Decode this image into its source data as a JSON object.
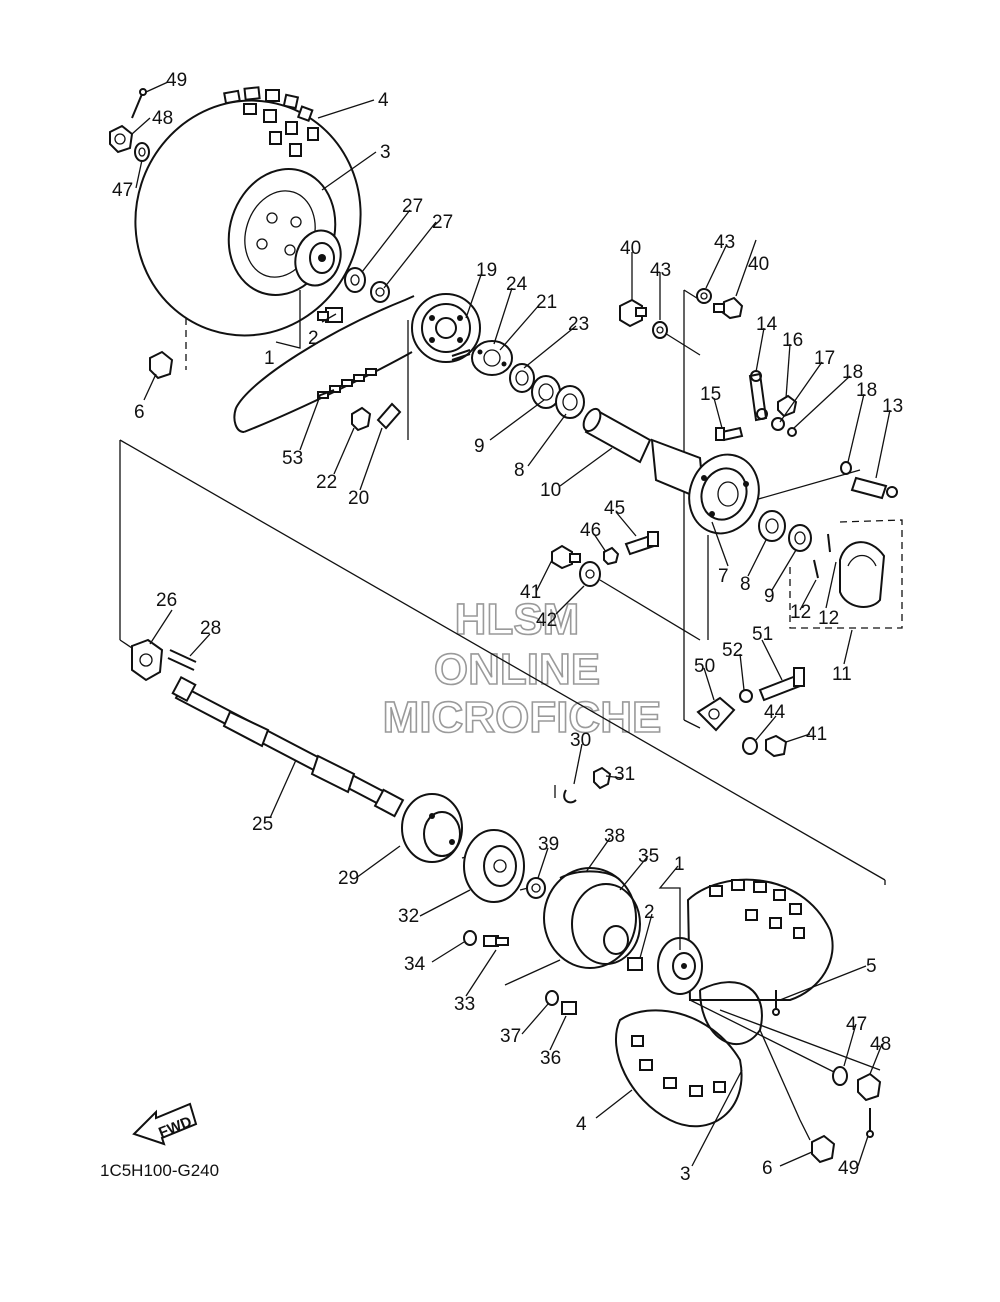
{
  "diagram": {
    "part_code": "1C5H100-G240",
    "fwd_label": "FWD",
    "watermark": [
      "HLSM",
      "ONLINE",
      "MICROFICHE"
    ],
    "callouts": [
      {
        "id": "c49a",
        "text": "49"
      },
      {
        "id": "c4a",
        "text": "4"
      },
      {
        "id": "c48a",
        "text": "48"
      },
      {
        "id": "c3a",
        "text": "3"
      },
      {
        "id": "c47a",
        "text": "47"
      },
      {
        "id": "c27a",
        "text": "27"
      },
      {
        "id": "c27b",
        "text": "27"
      },
      {
        "id": "c40a",
        "text": "40"
      },
      {
        "id": "c43a",
        "text": "43"
      },
      {
        "id": "c43b",
        "text": "43"
      },
      {
        "id": "c40b",
        "text": "40"
      },
      {
        "id": "c19",
        "text": "19"
      },
      {
        "id": "c24",
        "text": "24"
      },
      {
        "id": "c21",
        "text": "21"
      },
      {
        "id": "c2a",
        "text": "2"
      },
      {
        "id": "c1a",
        "text": "1"
      },
      {
        "id": "c23",
        "text": "23"
      },
      {
        "id": "c14",
        "text": "14"
      },
      {
        "id": "c16",
        "text": "16"
      },
      {
        "id": "c17",
        "text": "17"
      },
      {
        "id": "c18a",
        "text": "18"
      },
      {
        "id": "c18b",
        "text": "18"
      },
      {
        "id": "c15",
        "text": "15"
      },
      {
        "id": "c13",
        "text": "13"
      },
      {
        "id": "c6a",
        "text": "6"
      },
      {
        "id": "c9a",
        "text": "9"
      },
      {
        "id": "c8a",
        "text": "8"
      },
      {
        "id": "c10",
        "text": "10"
      },
      {
        "id": "c53",
        "text": "53"
      },
      {
        "id": "c22",
        "text": "22"
      },
      {
        "id": "c20",
        "text": "20"
      },
      {
        "id": "c45",
        "text": "45"
      },
      {
        "id": "c46",
        "text": "46"
      },
      {
        "id": "c41a",
        "text": "41"
      },
      {
        "id": "c7",
        "text": "7"
      },
      {
        "id": "c8b",
        "text": "8"
      },
      {
        "id": "c9b",
        "text": "9"
      },
      {
        "id": "c12a",
        "text": "12"
      },
      {
        "id": "c12b",
        "text": "12"
      },
      {
        "id": "c42",
        "text": "42"
      },
      {
        "id": "c26",
        "text": "26"
      },
      {
        "id": "c28",
        "text": "28"
      },
      {
        "id": "c11",
        "text": "11"
      },
      {
        "id": "c51",
        "text": "51"
      },
      {
        "id": "c52",
        "text": "52"
      },
      {
        "id": "c50",
        "text": "50"
      },
      {
        "id": "c44",
        "text": "44"
      },
      {
        "id": "c41b",
        "text": "41"
      },
      {
        "id": "c30",
        "text": "30"
      },
      {
        "id": "c31",
        "text": "31"
      },
      {
        "id": "c25",
        "text": "25"
      },
      {
        "id": "c38",
        "text": "38"
      },
      {
        "id": "c39",
        "text": "39"
      },
      {
        "id": "c35",
        "text": "35"
      },
      {
        "id": "c1b",
        "text": "1"
      },
      {
        "id": "c29",
        "text": "29"
      },
      {
        "id": "c2b",
        "text": "2"
      },
      {
        "id": "c32",
        "text": "32"
      },
      {
        "id": "c5",
        "text": "5"
      },
      {
        "id": "c34",
        "text": "34"
      },
      {
        "id": "c47b",
        "text": "47"
      },
      {
        "id": "c48b",
        "text": "48"
      },
      {
        "id": "c33",
        "text": "33"
      },
      {
        "id": "c37",
        "text": "37"
      },
      {
        "id": "c36",
        "text": "36"
      },
      {
        "id": "c4b",
        "text": "4"
      },
      {
        "id": "c3b",
        "text": "3"
      },
      {
        "id": "c6b",
        "text": "6"
      },
      {
        "id": "c49b",
        "text": "49"
      }
    ]
  }
}
